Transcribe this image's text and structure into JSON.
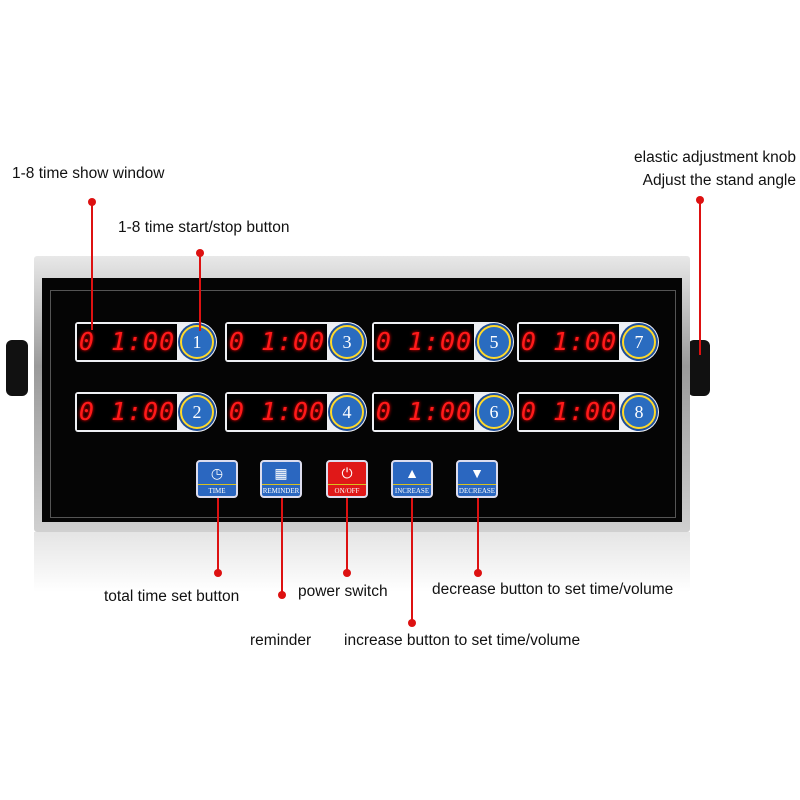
{
  "annotations": {
    "show_window": "1-8 time show window",
    "start_stop": "1-8 time start/stop button",
    "knob_line1": "elastic adjustment knob",
    "knob_line2": "Adjust the stand angle",
    "total_time": "total time set button",
    "reminder": "reminder",
    "power": "power switch",
    "increase": "increase button to set time/volume",
    "decrease": "decrease button to set time/volume"
  },
  "timers": [
    {
      "display": "0 1:00",
      "number": "1"
    },
    {
      "display": "0 1:00",
      "number": "2"
    },
    {
      "display": "0 1:00",
      "number": "3"
    },
    {
      "display": "0 1:00",
      "number": "4"
    },
    {
      "display": "0 1:00",
      "number": "5"
    },
    {
      "display": "0 1:00",
      "number": "6"
    },
    {
      "display": "0 1:00",
      "number": "7"
    },
    {
      "display": "0 1:00",
      "number": "8"
    }
  ],
  "buttons": [
    {
      "label": "TIME",
      "icon": "clock-icon",
      "glyph": "◷"
    },
    {
      "label": "REMINDER",
      "icon": "basket-icon",
      "glyph": "▦"
    },
    {
      "label": "ON/OFF",
      "icon": "power-icon",
      "glyph": "⏻"
    },
    {
      "label": "INCREASE",
      "icon": "up-arrow-icon",
      "glyph": "▲"
    },
    {
      "label": "DECREASE",
      "icon": "down-arrow-icon",
      "glyph": "▼"
    }
  ],
  "colors": {
    "annotation": "#dd1111",
    "led": "#ff1a1a",
    "button_blue": "#2b67c0",
    "button_red": "#e01818"
  }
}
